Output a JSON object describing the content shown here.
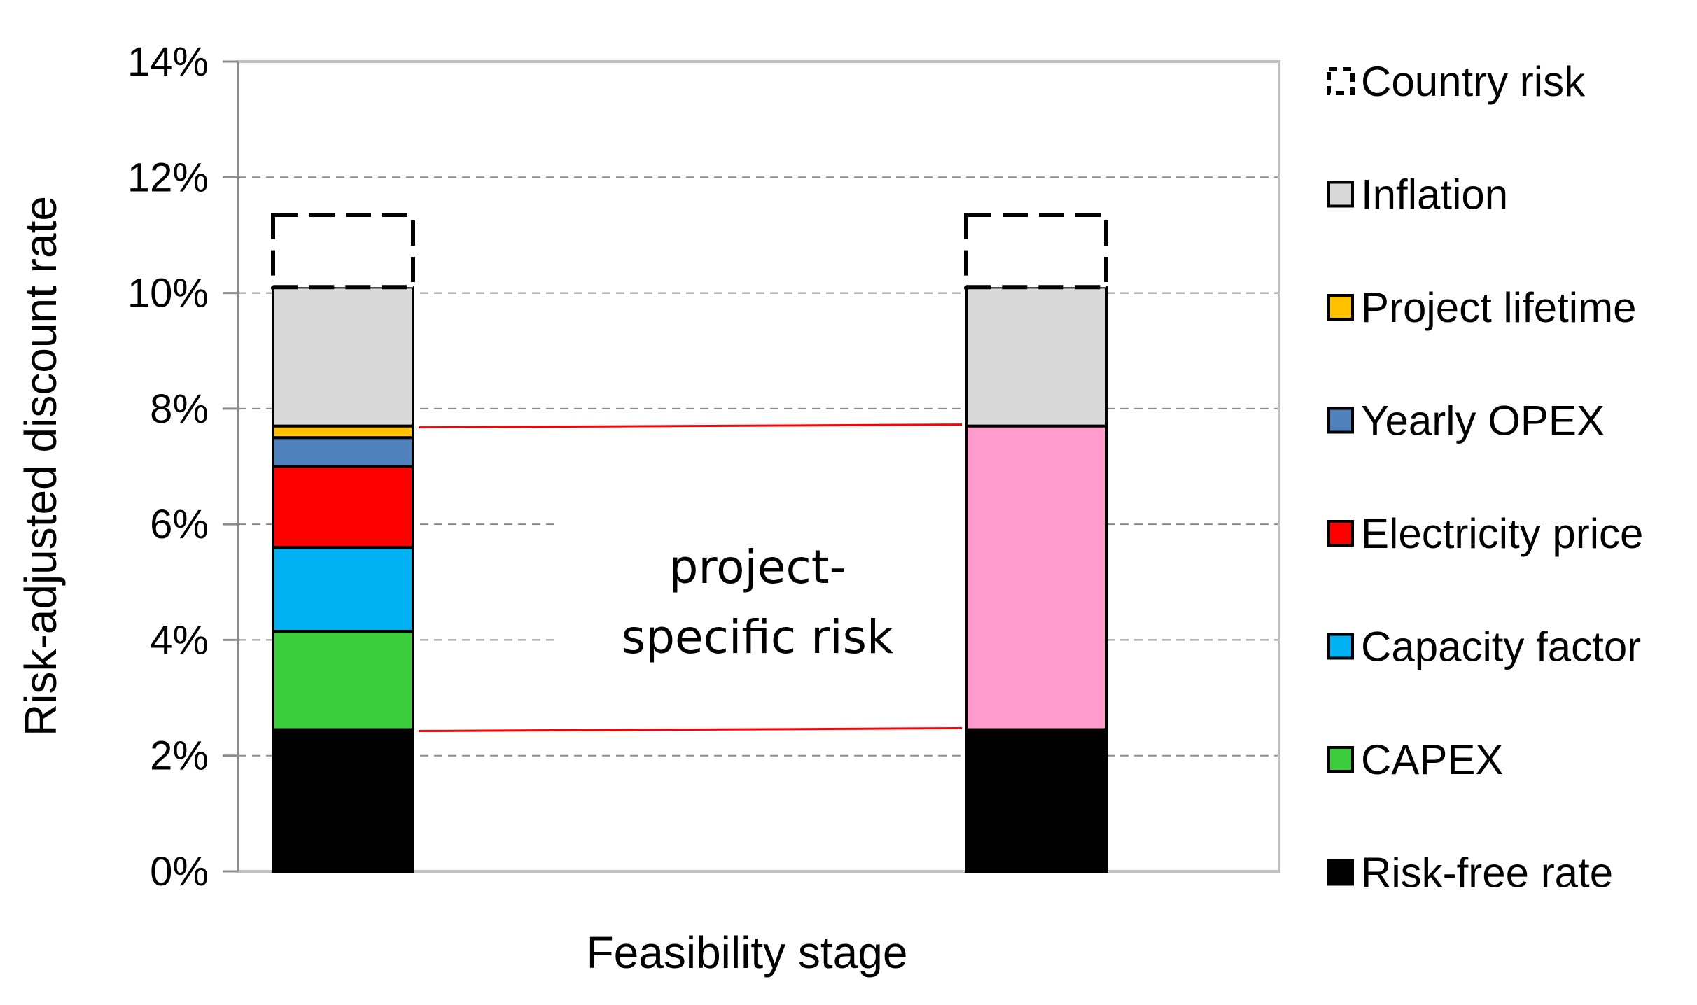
{
  "chart_data": {
    "type": "bar",
    "stacked": true,
    "xlabel": "Feasibility stage",
    "ylabel": "Risk-adjusted discount rate",
    "ylim": [
      0,
      14
    ],
    "y_ticks": [
      "0%",
      "2%",
      "4%",
      "6%",
      "8%",
      "10%",
      "12%",
      "14%"
    ],
    "grid": "horizontal dashed",
    "legend_position": "right",
    "bars": [
      {
        "segments": [
          {
            "name": "Risk-free rate",
            "value": 2.45
          },
          {
            "name": "CAPEX",
            "value": 1.7
          },
          {
            "name": "Capacity factor",
            "value": 1.45
          },
          {
            "name": "Electricity price",
            "value": 1.4
          },
          {
            "name": "Yearly OPEX",
            "value": 0.5
          },
          {
            "name": "Project lifetime",
            "value": 0.2
          },
          {
            "name": "Inflation",
            "value": 2.4
          },
          {
            "name": "Country risk",
            "value": 1.25
          }
        ]
      },
      {
        "segments": [
          {
            "name": "Risk-free rate",
            "value": 2.45
          },
          {
            "name": "project-specific risk",
            "value": 5.25
          },
          {
            "name": "Inflation",
            "value": 2.4
          },
          {
            "name": "Country risk",
            "value": 1.25
          }
        ]
      }
    ],
    "legend": [
      {
        "name": "Country risk",
        "color": "#ffffff",
        "style": "dashed"
      },
      {
        "name": "Inflation",
        "color": "#d9d9d9"
      },
      {
        "name": "Project lifetime",
        "color": "#ffc000"
      },
      {
        "name": "Yearly OPEX",
        "color": "#4f81bd"
      },
      {
        "name": "Electricity price",
        "color": "#ff0000"
      },
      {
        "name": "Capacity factor",
        "color": "#00b0f0"
      },
      {
        "name": "CAPEX",
        "color": "#3ccd3c"
      },
      {
        "name": "Risk-free rate",
        "color": "#000000"
      }
    ],
    "segment_colors": {
      "Risk-free rate": "#000000",
      "CAPEX": "#3ccd3c",
      "Capacity factor": "#00b0f0",
      "Electricity price": "#ff0000",
      "Yearly OPEX": "#4f81bd",
      "Project lifetime": "#ffc000",
      "Inflation": "#d9d9d9",
      "Country risk": "#ffffff",
      "project-specific risk": "#ff9ccc"
    },
    "annotation": {
      "lines": [
        "project-",
        "specific risk"
      ],
      "connector_color": "#ff0000",
      "connector_levels": [
        2.45,
        7.7
      ]
    }
  }
}
